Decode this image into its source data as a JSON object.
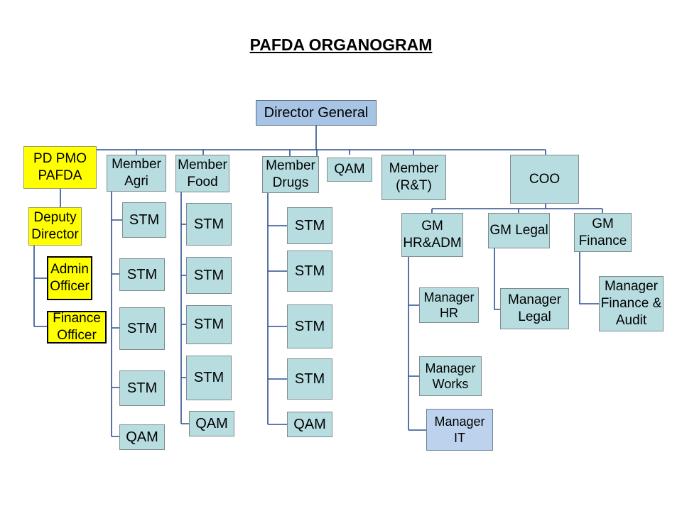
{
  "title": "PAFDA ORGANOGRAM",
  "colors": {
    "connector": "#2f4f8f",
    "teal_box": "#b7dde0",
    "blue_box": "#a7c4e5",
    "yellow_box": "#ffff00"
  },
  "nodes": {
    "director_general": "Director General",
    "pd_pmo": "PD PMO\nPAFDA",
    "deputy_director": "Deputy\nDirector",
    "admin_officer": "Admin\nOfficer",
    "finance_officer": "Finance\nOfficer",
    "member_agri": "Member\nAgri",
    "member_food": "Member\nFood",
    "member_drugs": "Member\nDrugs",
    "qam_top": "QAM",
    "member_rt": "Member\n(R&T)",
    "coo": "COO",
    "gm_hr_adm": "GM\nHR&ADM",
    "gm_legal": "GM Legal",
    "gm_finance": "GM\nFinance",
    "manager_hr": "Manager\nHR",
    "manager_works": "Manager\nWorks",
    "manager_it": "Manager\nIT",
    "manager_legal": "Manager\nLegal",
    "manager_finance_audit": "Manager\nFinance &\nAudit"
  },
  "agri_units": [
    "STM",
    "STM",
    "STM",
    "STM",
    "QAM"
  ],
  "food_units": [
    "STM",
    "STM",
    "STM",
    "STM",
    "QAM"
  ],
  "drugs_units": [
    "STM",
    "STM",
    "STM",
    "STM",
    "QAM"
  ]
}
